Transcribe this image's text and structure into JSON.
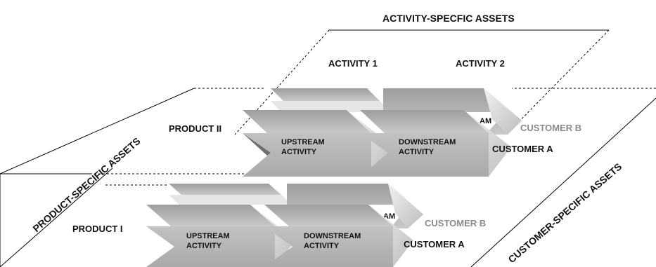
{
  "labels": {
    "activity_assets": "ACTIVITY-SPECFIC ASSETS",
    "activity_1": "ACTIVITY 1",
    "activity_2": "ACTIVITY 2",
    "product_assets": "PRODUCT-SPECIFIC ASSETS",
    "customer_assets": "CUSTOMER-SPECIFIC ASSETS",
    "product_ii": "PRODUCT II",
    "product_i": "PRODUCT I",
    "customer_b": "CUSTOMER B",
    "customer_a": "CUSTOMER A"
  },
  "blocks": {
    "upstream_line1": "UPSTREAM",
    "upstream_line2": "ACTIVITY",
    "downstream_line1": "DOWNSTREAM",
    "downstream_line2": "ACTIVITY",
    "back_fragment": "AM"
  },
  "colors": {
    "block_front": "#b9b9b9",
    "block_top": "#a8a8a8",
    "block_side": "#d9d9d9",
    "block_dark": "#7a7a7a",
    "customer_b_text": "#8a8a8a",
    "line": "#000000"
  }
}
